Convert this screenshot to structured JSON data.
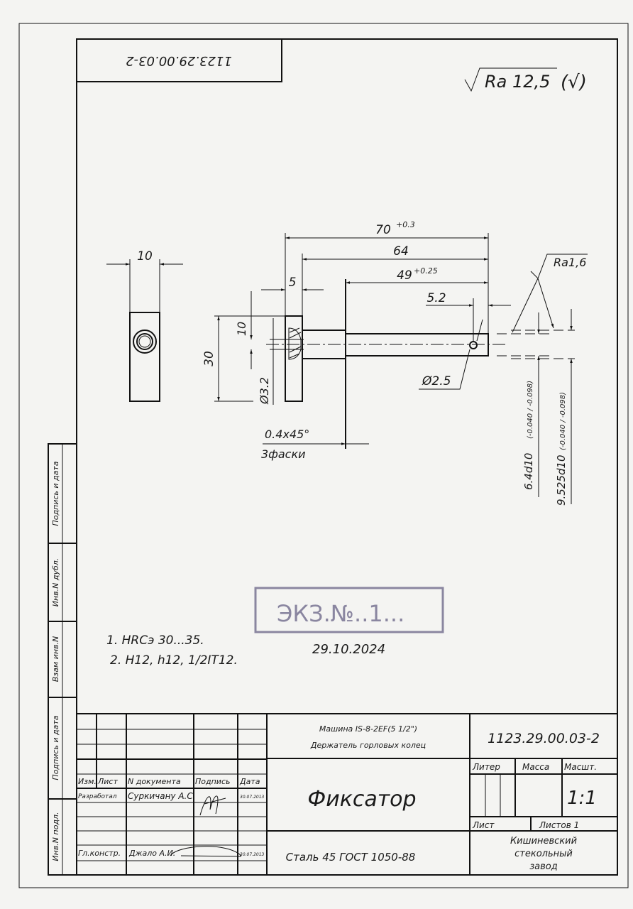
{
  "stamp_top": "1123.29.00.03-2",
  "roughness_general": {
    "symbol": "√",
    "value": "Ra 12,5",
    "suffix": "(√)"
  },
  "dimensions": {
    "side_width": "10",
    "total_length": "70",
    "total_length_tol": "+0.3",
    "length_64": "64",
    "length_49": "49",
    "length_49_tol": "+0.25",
    "flange_thickness": "5",
    "hole_offset": "5.2",
    "flange_height": "30",
    "flange_hole": "10",
    "bore": "Ø3.2",
    "pin_hole": "Ø2.5",
    "chamfer": "0.4x45°",
    "chamfer_note": "3фаски",
    "shaft_small": "6.4d10",
    "shaft_small_tol": "(-0.040 / -0.098)",
    "shaft_large": "9.525d10",
    "shaft_large_tol": "(-0.040 / -0.098)",
    "roughness_local": "Ra1,6"
  },
  "notes": [
    "1. HRCэ 30...35.",
    "2. H12, h12, 1/2IT12."
  ],
  "copy_stamp": {
    "text": "ЭКЗ.№..1...",
    "date": "29.10.2024"
  },
  "side_strip": [
    "Подпись и дата",
    "Инв.N дубл.",
    "Взам инв.N",
    "Подпись и дата",
    "Инв.N подл."
  ],
  "title_block": {
    "assembly_line1": "Машина IS-8-2EF(5 1/2\")",
    "assembly_line2": "Держатель горловых колец",
    "doc_number": "1123.29.00.03-2",
    "part_name": "Фиксатор",
    "material": "Сталь 45 ГОСТ 1050-88",
    "col_headers": [
      "Изм.",
      "Лист",
      "N документа",
      "Подпись",
      "Дата"
    ],
    "developed_label": "Разработал",
    "developer": "Суркичану А.С",
    "developed_date": "30.07.2013",
    "chief_label": "Гл.констр.",
    "chief": "Джало А.И.",
    "chief_date": "30.07.2013",
    "liter_label": "Литер",
    "mass_label": "Масса",
    "scale_label": "Масшт.",
    "scale": "1:1",
    "sheet_label": "Лист",
    "sheets_label": "Листов 1",
    "company_line1": "Кишиневский",
    "company_line2": "стекольный",
    "company_line3": "завод"
  }
}
